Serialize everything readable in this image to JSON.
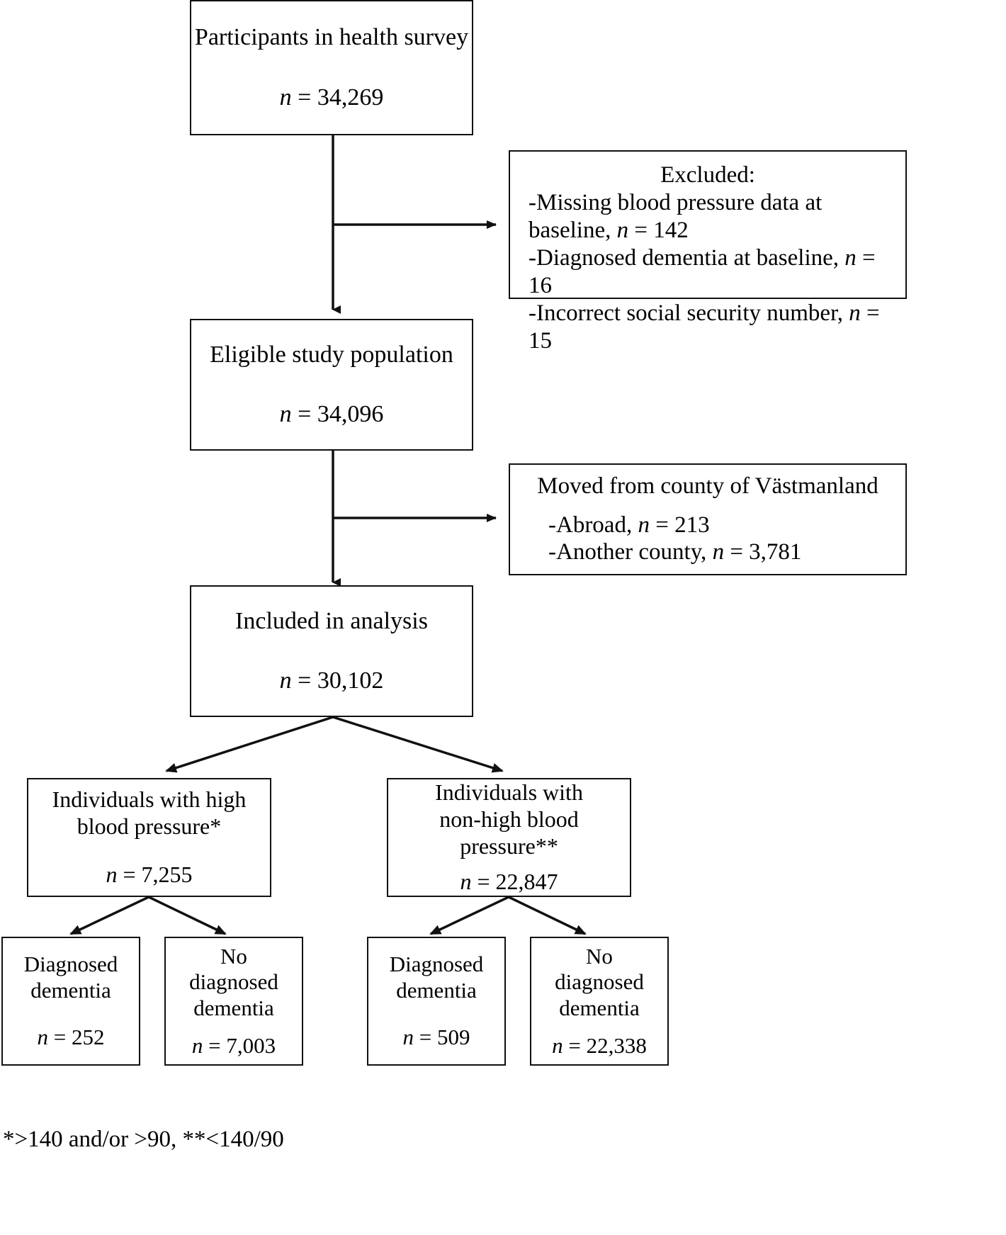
{
  "diagram": {
    "type": "study-flow-chart",
    "footnote": "*>140 and/or >90, **<140/90",
    "nodes": {
      "participants": {
        "title": "Participants in health survey",
        "n_label": "n",
        "n_value": "= 34,269"
      },
      "excluded": {
        "heading": "Excluded:",
        "item1_a": "-Missing blood pressure data at",
        "item1_b": "baseline, ",
        "item1_n": "n",
        "item1_val": " = 142",
        "item2": "-Diagnosed dementia at baseline, ",
        "item2_n": "n",
        "item2_val": " = 16",
        "item3": "-Incorrect social security number, ",
        "item3_n": "n",
        "item3_val": " = 15"
      },
      "eligible": {
        "title": "Eligible study population",
        "n_label": "n",
        "n_value": "= 34,096"
      },
      "moved": {
        "heading": "Moved from county of Västmanland",
        "item1": "-Abroad, ",
        "item1_n": "n",
        "item1_val": " = 213",
        "item2": "-Another county, ",
        "item2_n": "n",
        "item2_val": " = 3,781"
      },
      "included": {
        "title": "Included in analysis",
        "n_label": "n",
        "n_value": "= 30,102"
      },
      "high_bp": {
        "title_line1": "Individuals with high",
        "title_line2": "blood pressure*",
        "n_label": "n",
        "n_value": "= 7,255"
      },
      "nonhigh_bp": {
        "title_line1": "Individuals with",
        "title_line2": "non-high blood pressure**",
        "n_label": "n",
        "n_value": "= 22,847"
      },
      "high_dx": {
        "title_line1": "Diagnosed",
        "title_line2": "dementia",
        "n_label": "n",
        "n_value": "= 252"
      },
      "high_nodx": {
        "title_line1": "No",
        "title_line2": "diagnosed",
        "title_line3": "dementia",
        "n_label": "n",
        "n_value": "= 7,003"
      },
      "nonhigh_dx": {
        "title_line1": "Diagnosed",
        "title_line2": "dementia",
        "n_label": "n",
        "n_value": "= 509"
      },
      "nonhigh_nodx": {
        "title_line1": "No",
        "title_line2": "diagnosed",
        "title_line3": "dementia",
        "n_label": "n",
        "n_value": "= 22,338"
      }
    },
    "colors": {
      "stroke": "#111111",
      "background": "#ffffff",
      "text": "#000000"
    }
  }
}
